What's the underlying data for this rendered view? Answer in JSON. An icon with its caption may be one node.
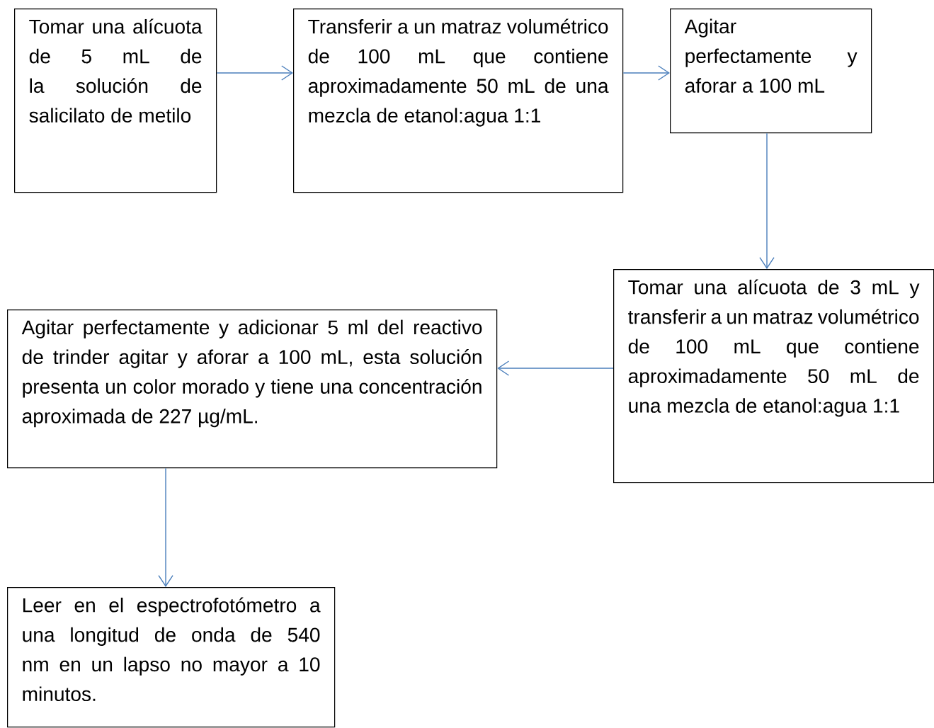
{
  "diagram": {
    "nodes": [
      {
        "text": [
          "Tomar una alícuota de 5 mL de la solución de salicilato de metilo"
        ]
      },
      {
        "text": [
          "Transferir a un matraz volumétrico de 100 mL que contiene aproximadamente 50 mL de una mezcla de etanol:agua 1:1"
        ]
      },
      {
        "text": [
          "Agitar perfectamente y aforar a 100 mL"
        ]
      },
      {
        "text": [
          "Tomar una alícuota de 3 mL y transferir a un matraz volumétrico de 100 mL que contiene aproximadamente 50 mL de una mezcla de etanol:agua 1:1"
        ]
      },
      {
        "text": [
          "Agitar perfectamente y adicionar 5 ml del reactivo de trinder agitar y aforar a 100 mL, esta solución presenta un color morado y tiene una concentración aproximada de 227 µg/mL."
        ]
      },
      {
        "text": [
          "Leer en el espectrofotómetro a una longitud de onda de 540 nm en un lapso no mayor a 10 minutos."
        ]
      }
    ],
    "edges": [
      {
        "from": 0,
        "to": 1,
        "arrow": "to"
      },
      {
        "from": 1,
        "to": 2,
        "arrow": "to"
      },
      {
        "from": 2,
        "to": 3,
        "arrow": "to"
      },
      {
        "from": 3,
        "to": 4,
        "arrow": "to"
      },
      {
        "from": 4,
        "to": 5,
        "arrow": "to"
      }
    ]
  }
}
